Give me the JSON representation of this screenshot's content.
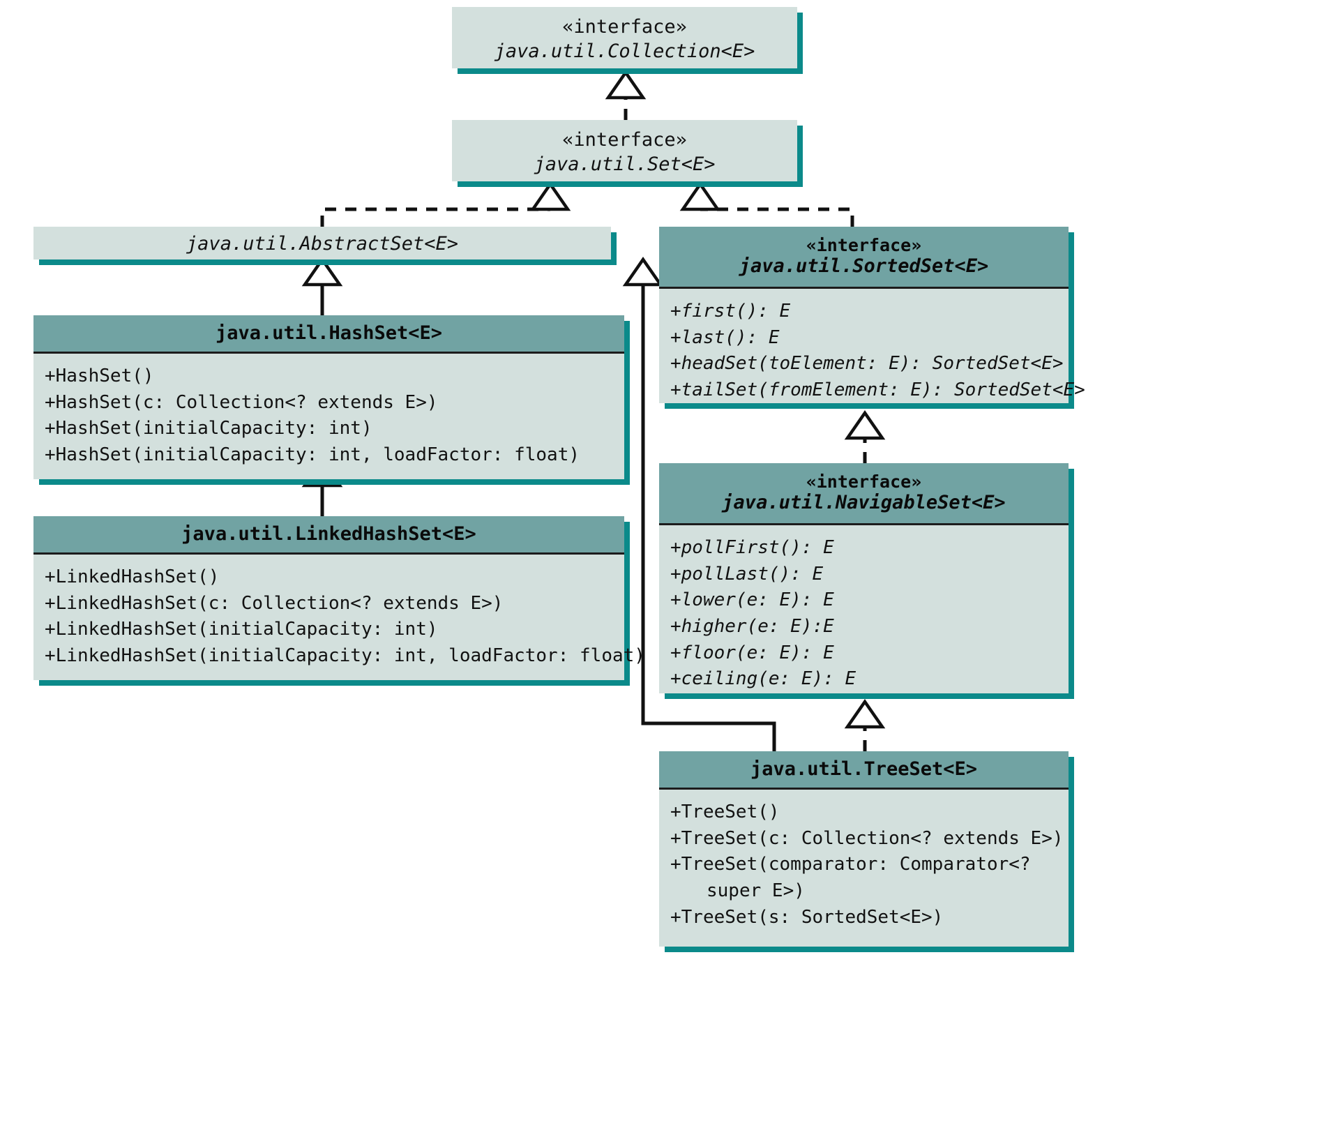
{
  "diagram": {
    "type": "uml-class-diagram",
    "title": "Java Set hierarchy",
    "colors": {
      "box_fill": "#d3e0dd",
      "header_fill": "#71a3a3",
      "shadow": "#0b8a8a",
      "line": "#111111"
    },
    "stereotype": "« interface »"
  },
  "boxes": {
    "collection": {
      "stereotype": "«interface»",
      "name": "java.util.Collection<E>",
      "kind": "interface"
    },
    "set": {
      "stereotype": "«interface»",
      "name": "java.util.Set<E>",
      "kind": "interface"
    },
    "abstractset": {
      "name": "java.util.AbstractSet<E>",
      "kind": "abstract-class"
    },
    "hashset": {
      "name": "java.util.HashSet<E>",
      "kind": "class",
      "methods": [
        "+HashSet()",
        "+HashSet(c: Collection<? extends E>)",
        "+HashSet(initialCapacity: int)",
        "+HashSet(initialCapacity: int, loadFactor: float)"
      ]
    },
    "linkedhashset": {
      "name": "java.util.LinkedHashSet<E>",
      "kind": "class",
      "methods": [
        "+LinkedHashSet()",
        "+LinkedHashSet(c: Collection<? extends E>)",
        "+LinkedHashSet(initialCapacity: int)",
        "+LinkedHashSet(initialCapacity: int, loadFactor: float)"
      ]
    },
    "sortedset": {
      "stereotype": "«interface»",
      "name": "java.util.SortedSet<E>",
      "kind": "interface",
      "methods": [
        "+first(): E",
        "+last(): E",
        "+headSet(toElement: E): SortedSet<E>",
        "+tailSet(fromElement: E): SortedSet<E>"
      ]
    },
    "navigableset": {
      "stereotype": "«interface»",
      "name": "java.util.NavigableSet<E>",
      "kind": "interface",
      "methods": [
        "+pollFirst(): E",
        "+pollLast(): E",
        "+lower(e: E): E",
        "+higher(e: E):E",
        "+floor(e: E): E",
        "+ceiling(e: E): E"
      ]
    },
    "treeset": {
      "name": "java.util.TreeSet<E>",
      "kind": "class",
      "methods": [
        "+TreeSet()",
        "+TreeSet(c: Collection<? extends E>)",
        "+TreeSet(comparator: Comparator<?",
        "super E>)",
        "+TreeSet(s: SortedSet<E>)"
      ]
    }
  },
  "relations": [
    {
      "from": "set",
      "to": "collection",
      "type": "realization"
    },
    {
      "from": "abstractset",
      "to": "set",
      "type": "realization"
    },
    {
      "from": "sortedset",
      "to": "set",
      "type": "realization"
    },
    {
      "from": "hashset",
      "to": "abstractset",
      "type": "generalization"
    },
    {
      "from": "linkedhashset",
      "to": "hashset",
      "type": "generalization"
    },
    {
      "from": "treeset",
      "to": "abstractset",
      "type": "generalization"
    },
    {
      "from": "navigableset",
      "to": "sortedset",
      "type": "realization"
    },
    {
      "from": "treeset",
      "to": "navigableset",
      "type": "realization"
    }
  ]
}
